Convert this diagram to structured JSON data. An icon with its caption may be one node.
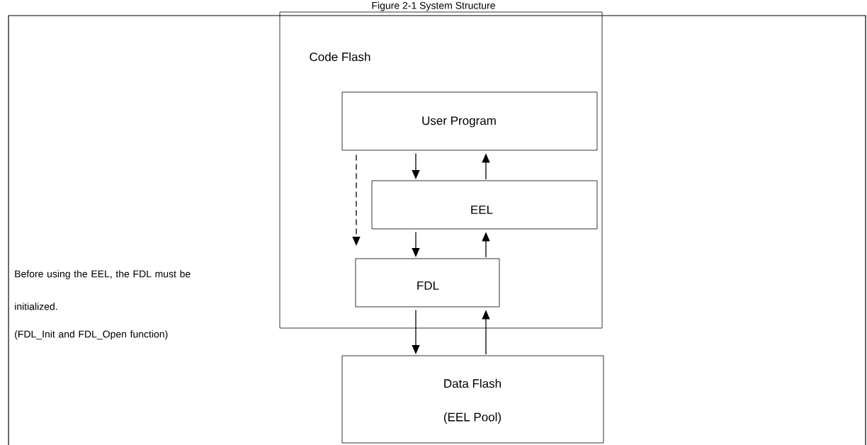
{
  "diagram": {
    "title": "Figure 2-1    System Structure",
    "nodes": [
      {
        "text": [
          "Code Flash"
        ]
      },
      {
        "text": [
          "User Program"
        ],
        "in": 0
      },
      {
        "text": [
          "EEL"
        ],
        "in": 0
      },
      {
        "text": [
          "FDL"
        ],
        "in": 0
      },
      {
        "text": [
          "Data Flash",
          "(EEL Pool)"
        ]
      }
    ],
    "edges": [
      {
        "from": 1,
        "to": 2,
        "arrow": "to"
      },
      {
        "from": 2,
        "to": 1,
        "arrow": "to"
      },
      {
        "from": 2,
        "to": 3,
        "arrow": "to"
      },
      {
        "from": 3,
        "to": 2,
        "arrow": "to"
      },
      {
        "from": 3,
        "to": 4,
        "arrow": "to"
      },
      {
        "from": 4,
        "to": 3,
        "arrow": "to"
      },
      {
        "from": 1,
        "to": 3,
        "arrow": "to",
        "style": "dashed"
      }
    ],
    "labels": [
      "Before using the EEL, the FDL must be initialized.",
      "(FDL_Init and FDL_Open function)"
    ]
  }
}
